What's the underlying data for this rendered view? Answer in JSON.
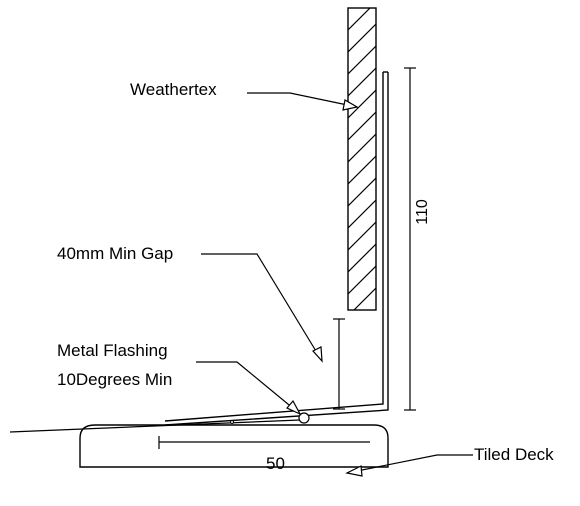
{
  "labels": {
    "weathertex": "Weathertex",
    "min_gap": "40mm Min Gap",
    "flashing_line1": "Metal Flashing",
    "flashing_line2": "10Degrees Min",
    "tiled_deck": "Tiled Deck"
  },
  "dimensions": {
    "vertical": "110",
    "horizontal": "50"
  },
  "colors": {
    "line": "#000000",
    "background": "#ffffff"
  }
}
